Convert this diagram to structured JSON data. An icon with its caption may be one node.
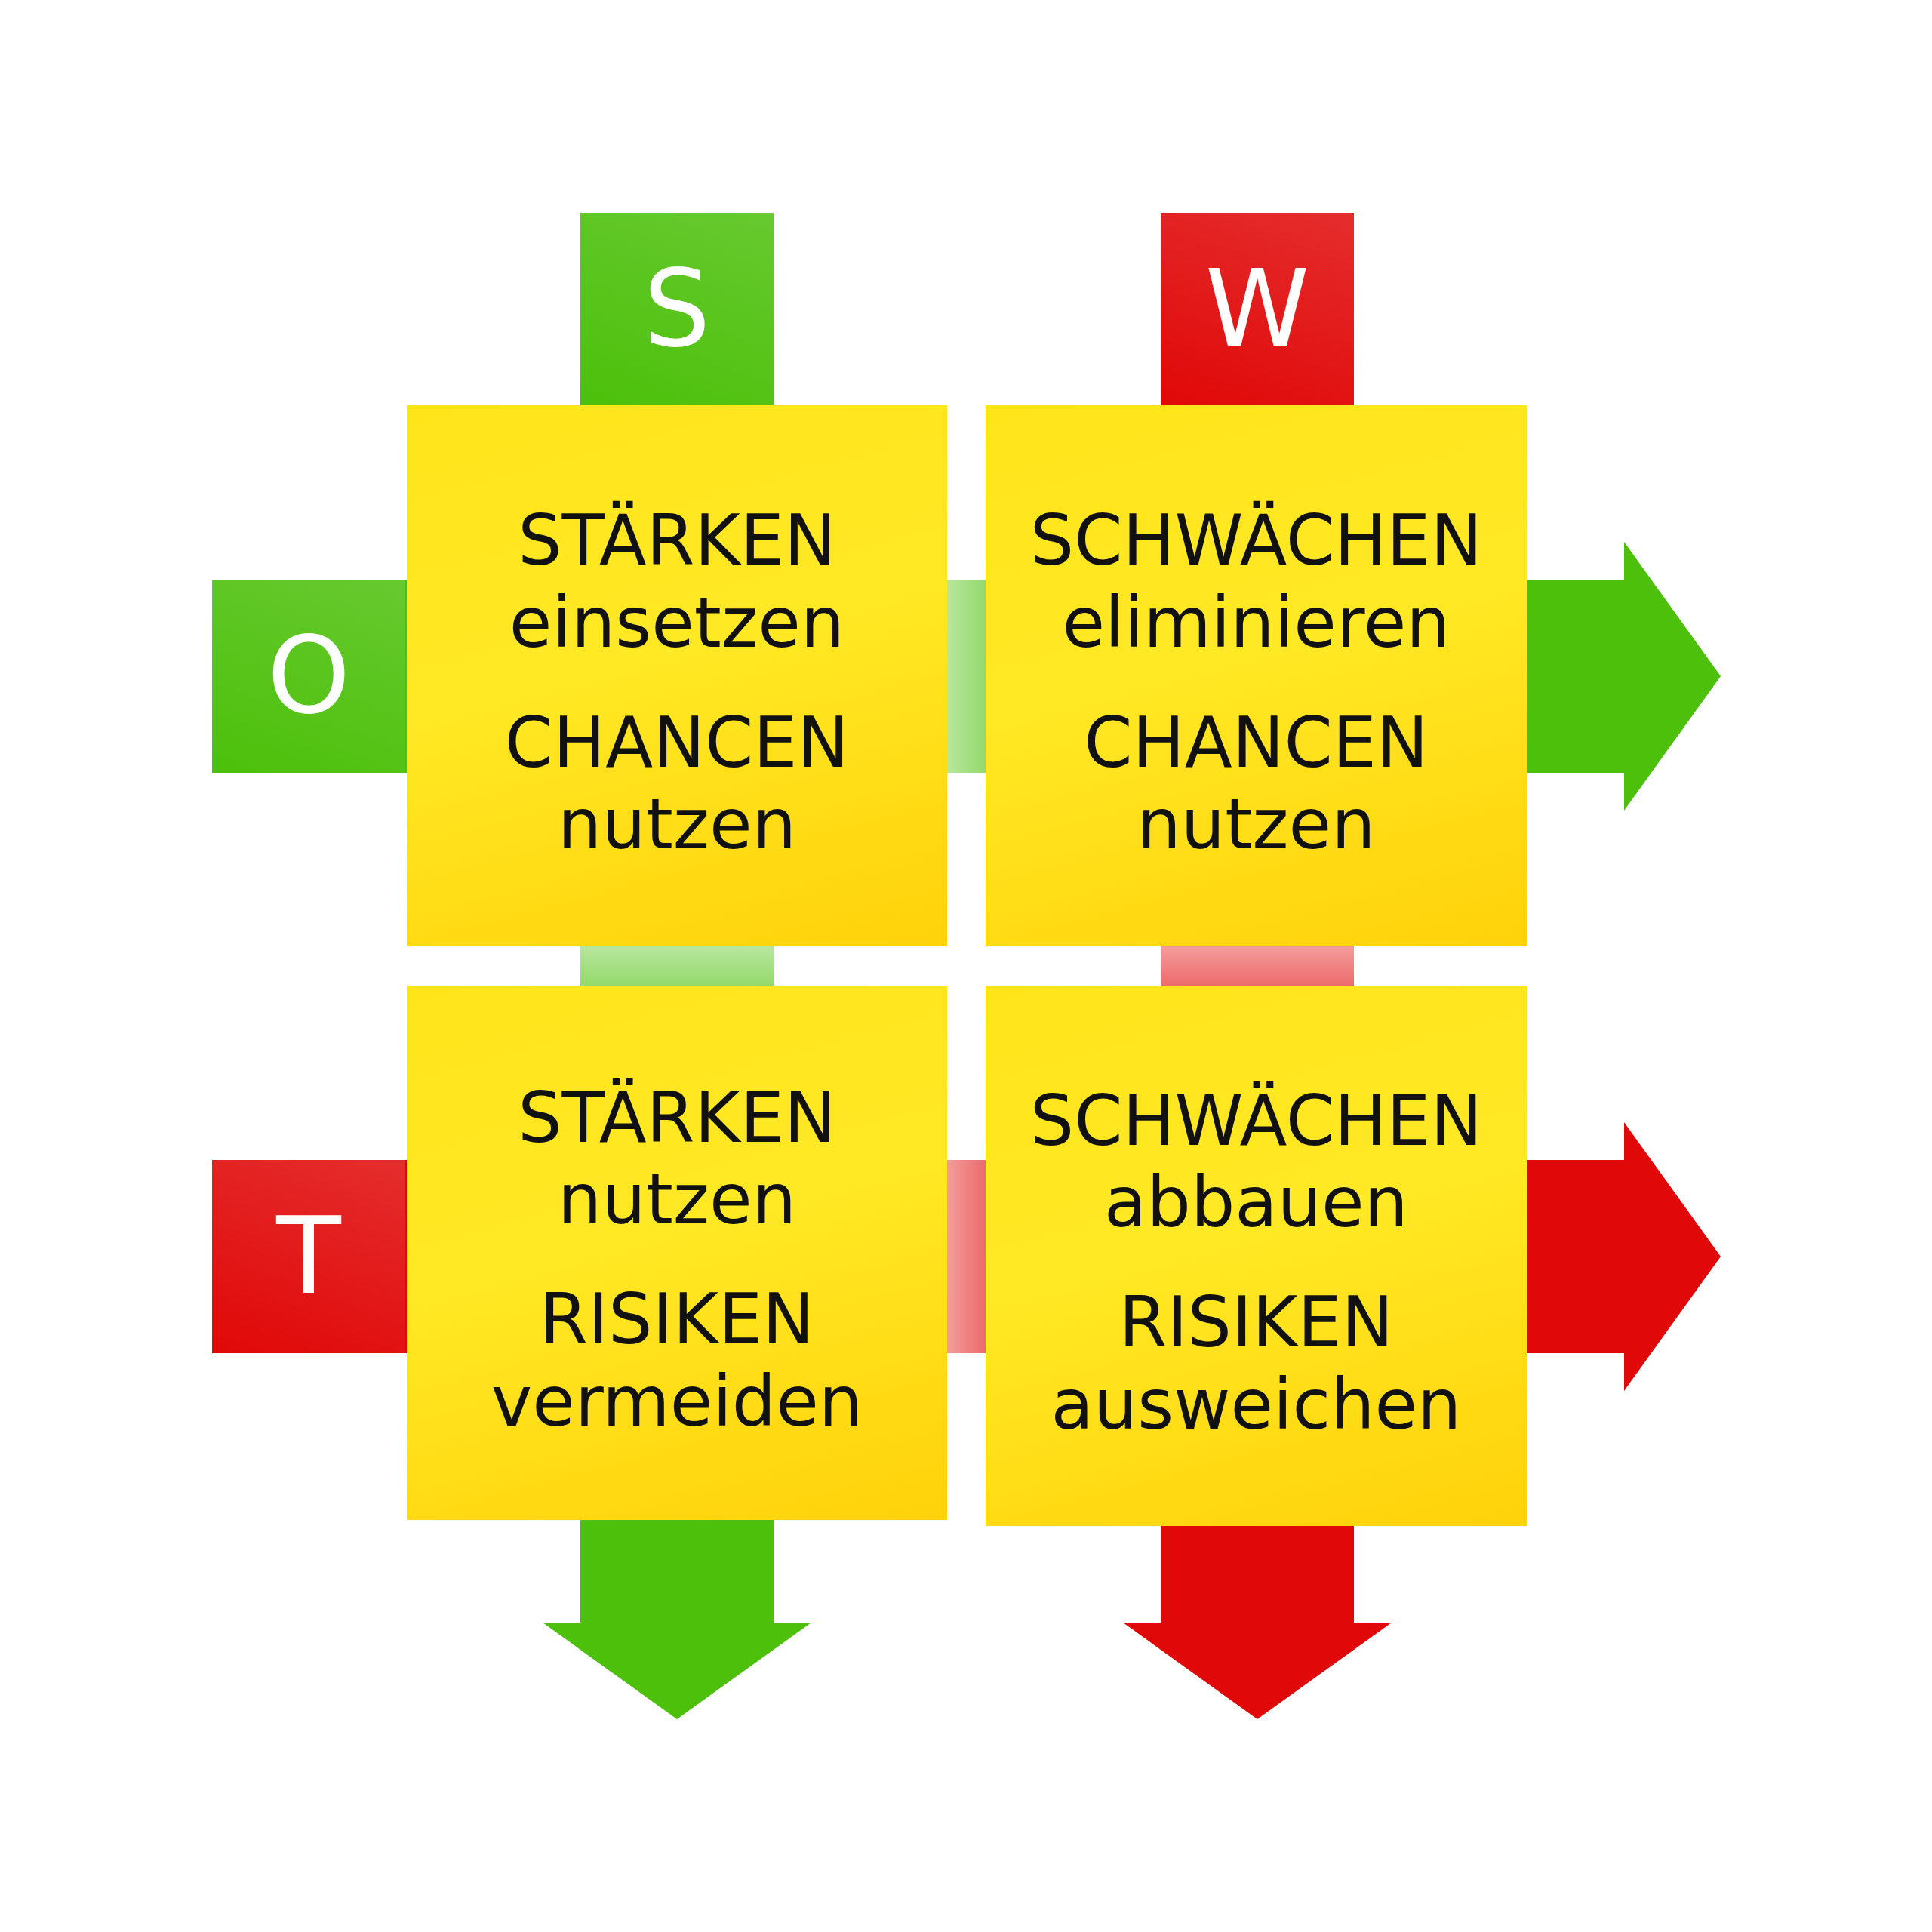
{
  "diagram": {
    "nodes": [
      {
        "text": [
          "S"
        ]
      },
      {
        "text": [
          "W"
        ]
      },
      {
        "text": [
          "O"
        ]
      },
      {
        "text": [
          "STÄRKEN einsetzen",
          "CHANCEN nutzen"
        ]
      },
      {
        "text": [
          "SCHWÄCHEN eliminieren",
          "CHANCEN nutzen"
        ]
      },
      {
        "text": [
          "T"
        ]
      },
      {
        "text": [
          "STÄRKEN nutzen",
          "RISIKEN vermeiden"
        ]
      },
      {
        "text": [
          "SCHWÄCHEN abbauen",
          "RISIKEN ausweichen"
        ]
      }
    ]
  }
}
